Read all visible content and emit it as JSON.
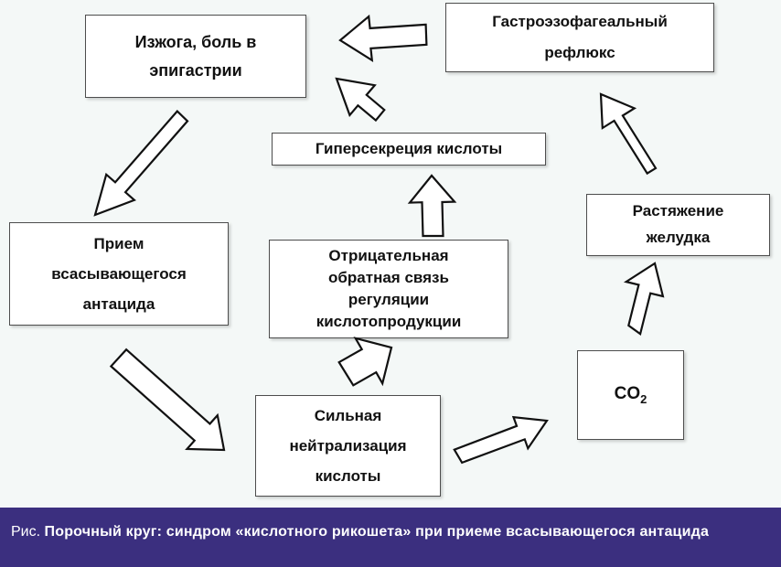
{
  "boxes": {
    "heartburn": "Изжога, боль в\nэпигастрии",
    "reflux": "Гастроэзофагеальный\nрефлюкс",
    "hypersecretion": "Гиперсекреция кислоты",
    "antacid": "Прием\nвсасывающегося\nантацида",
    "negative_feedback": "Отрицательная\nобратная связь\nрегуляции\nкислотопродукции",
    "stomach_distension": "Растяжение\nжелудка",
    "neutralization": "Сильная\nнейтрализация\nкислоты",
    "co2_main": "CO",
    "co2_sub": "2"
  },
  "caption": {
    "prefix": "Рис.",
    "text": "Порочный круг: синдром «кислотного рикошета» при приеме всасывающегося антацида"
  }
}
